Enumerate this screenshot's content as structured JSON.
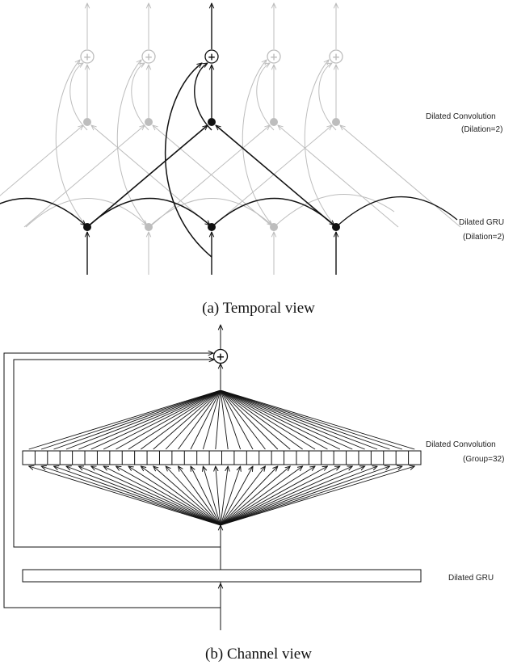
{
  "temporal": {
    "conv_label_line1": "Dilated Convolution",
    "conv_label_line2": "(Dilation=2)",
    "gru_label_line1": "Dilated GRU",
    "gru_label_line2": "(Dilation=2)",
    "caption": "(a) Temporal view",
    "plus_symbol": "+"
  },
  "channel": {
    "conv_label_line1": "Dilated Convolution",
    "conv_label_line2": "(Group=32)",
    "gru_label": "Dilated GRU",
    "caption": "(b) Channel view",
    "plus_symbol": "+",
    "group_count": 32
  },
  "colors": {
    "active": "#111111",
    "inactive": "#bdbdbd"
  }
}
